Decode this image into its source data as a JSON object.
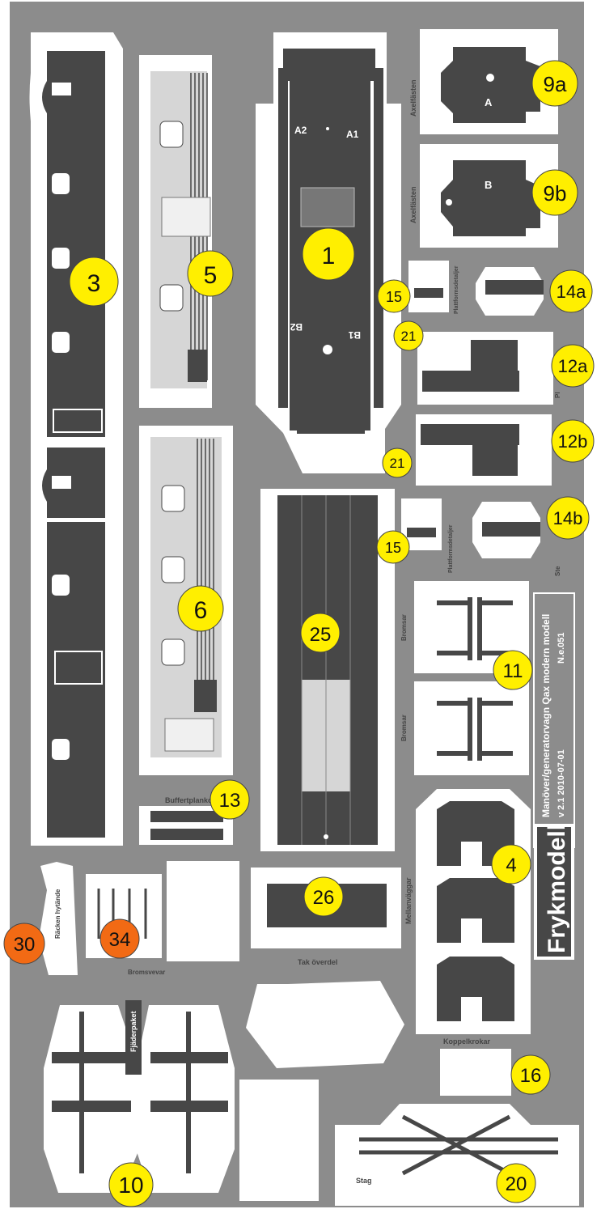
{
  "markers": {
    "m1": "1",
    "m3": "3",
    "m4": "4",
    "m5": "5",
    "m6": "6",
    "m9a": "9a",
    "m9b": "9b",
    "m10": "10",
    "m11": "11",
    "m12a": "12a",
    "m12b": "12b",
    "m13": "13",
    "m14a": "14a",
    "m14b": "14b",
    "m15a": "15",
    "m15b": "15",
    "m16": "16",
    "m20": "20",
    "m21a": "21",
    "m21b": "21",
    "m25": "25",
    "m26": "26",
    "m30": "30",
    "m34": "34"
  },
  "labels": {
    "axel_a": "Axelfästen",
    "axel_b": "Axelfästen",
    "plattform_a": "Plattformsdetaljer",
    "plattform_b": "Plattformsdetaljer",
    "bromsar_a": "Bromsar",
    "bromsar_b": "Bromsar",
    "buffertplankor": "Buffertplankor",
    "racken": "Räcken hytände",
    "bromsvevar": "Bromsvevar",
    "tak_overdel": "Tak överdel",
    "mellanvaggar": "Mellanväggar",
    "koppelkrokar": "Koppelkrokar",
    "fjaderpaket": "Fjäderpaket",
    "stag": "Stag",
    "ste": "Ste",
    "pl": "Pl"
  },
  "part_letters": {
    "a1": "A1",
    "a2": "A2",
    "b1": "B1",
    "b2": "B2",
    "a": "A",
    "b": "B"
  },
  "sheet_info": {
    "title": "Manöver/generatorvagn Qax modern modell",
    "version": "v 2.1   2010-07-01",
    "number": "N.e.051",
    "brand": "Frykmodell"
  },
  "colors": {
    "background": "#8c8c8c",
    "paper": "#ffffff",
    "part": "#474747",
    "marker_yellow": "#ffef00",
    "marker_orange": "#f26a14"
  }
}
